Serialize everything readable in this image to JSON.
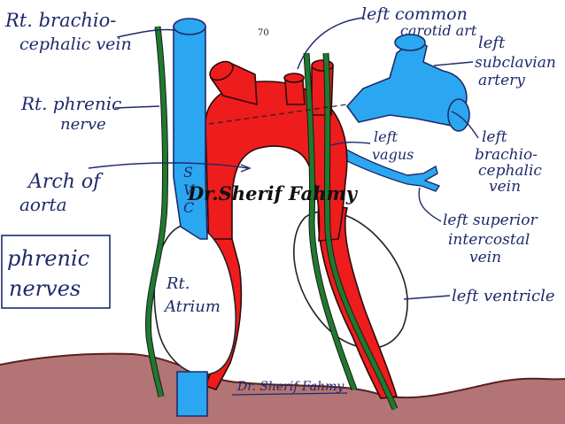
{
  "page_number": "70",
  "watermark": "Dr.Sherif Fahmy",
  "signature": "Dr. Sherif Fahmy",
  "colors": {
    "background": "#ffffff",
    "ink": "#1f2a6b",
    "vein_blue": "#2aa7f0",
    "artery_red": "#ee1c1c",
    "nerve_green": "#1f7a2e",
    "diaphragm": "#8a3b3b"
  },
  "labels": {
    "rt_brachiocephalic_vein": [
      "Rt. brachio-",
      "cephalic vein"
    ],
    "rt_phrenic_nerve": [
      "Rt. phrenic",
      "nerve"
    ],
    "arch_of_aorta": [
      "Arch of",
      "aorta"
    ],
    "phrenic_nerves_box": [
      "phrenic",
      "nerves"
    ],
    "svc": [
      "S",
      "V",
      "C"
    ],
    "rt_atrium": [
      "Rt.",
      "Atrium"
    ],
    "left_common_carotid": [
      "left common",
      "carotid art"
    ],
    "left_subclavian_artery": [
      "left",
      "subclavian",
      "artery"
    ],
    "left_vagus": [
      "left",
      "vagus"
    ],
    "left_brachiocephalic_vein": [
      "left",
      "brachio-",
      "cephalic",
      "vein"
    ],
    "left_superior_intercostal_vein": [
      "left superior",
      "intercostal",
      "vein"
    ],
    "left_ventricle": [
      "left ventricle"
    ]
  }
}
